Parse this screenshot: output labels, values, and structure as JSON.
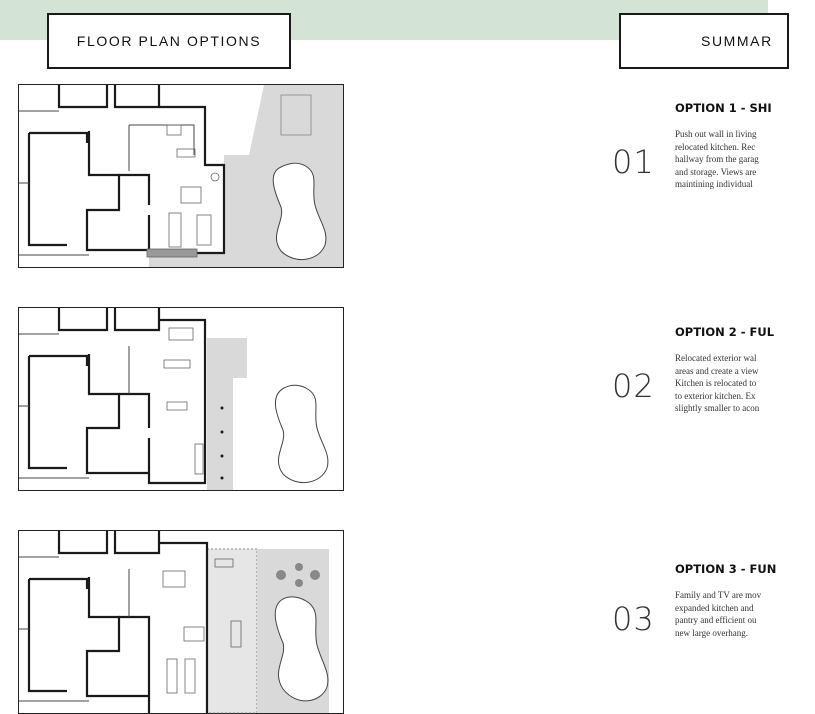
{
  "header": {
    "left_title": "FLOOR PLAN OPTIONS",
    "right_title": "SUMMAR"
  },
  "options": [
    {
      "number": "01",
      "title": "OPTION 1 - SHI",
      "lines": [
        "Push out wall in living",
        "relocated kitchen.  Rec",
        "hallway from the garag",
        "and storage.  Views are",
        "maintining individual"
      ]
    },
    {
      "number": "02",
      "title": "OPTION 2 - FUL",
      "lines": [
        "Relocated exterior wal",
        "areas and create a view",
        "Kitchen is relocated to",
        "to exterior kitchen.  Ex",
        "slightly smaller to acon"
      ]
    },
    {
      "number": "03",
      "title": "OPTION 3 - FUN",
      "lines": [
        "Family and TV are mov",
        "expanded kitchen and",
        "pantry and efficient ou",
        "new large overhang."
      ]
    }
  ],
  "colors": {
    "header_band": "#d3e3d5",
    "patio": "#d9d9d9",
    "pool": "#ffffff",
    "wall": "#1a1a1a"
  }
}
